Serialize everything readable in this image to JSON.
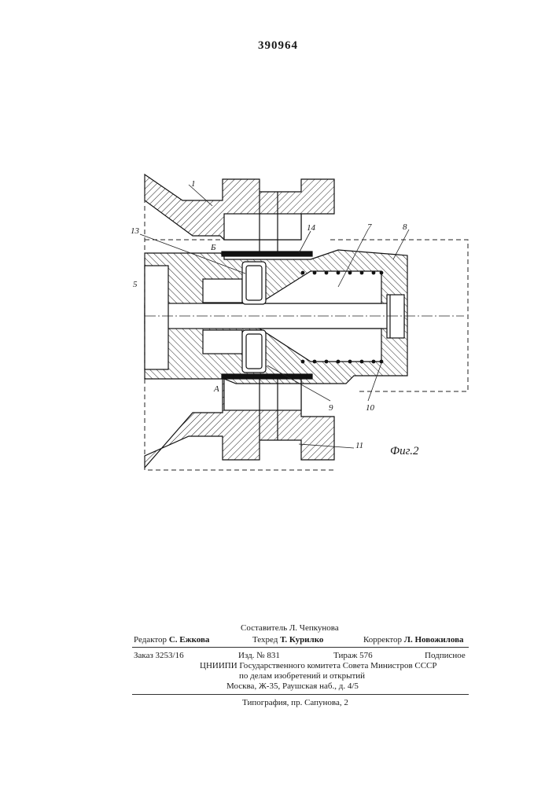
{
  "patent_number": "390964",
  "figure_caption": "Фиг.2",
  "labels": {
    "l1": "1",
    "l5": "5",
    "l7": "7",
    "l8": "8",
    "l9": "9",
    "l10": "10",
    "l11": "11",
    "l13": "13",
    "l14": "14",
    "lA": "А",
    "lB": "Б"
  },
  "imprint": {
    "compiler": "Составитель Л. Чепкунова",
    "editor_label": "Редактор",
    "editor_name": "С. Ежкова",
    "techred_label": "Техред",
    "techred_name": "Т. Курилко",
    "corrector_label": "Корректор",
    "corrector_name": "Л. Новожилова",
    "order": "Заказ 3253/16",
    "edition": "Изд. № 831",
    "circulation": "Тираж 576",
    "subscription": "Подписное",
    "org_line1": "ЦНИИПИ Государственного комитета Совета Министров СССР",
    "org_line2": "по делам изобретений и открытий",
    "org_line3": "Москва, Ж-35, Раушская наб., д. 4/5",
    "printer": "Типография, пр. Сапунова, 2"
  }
}
